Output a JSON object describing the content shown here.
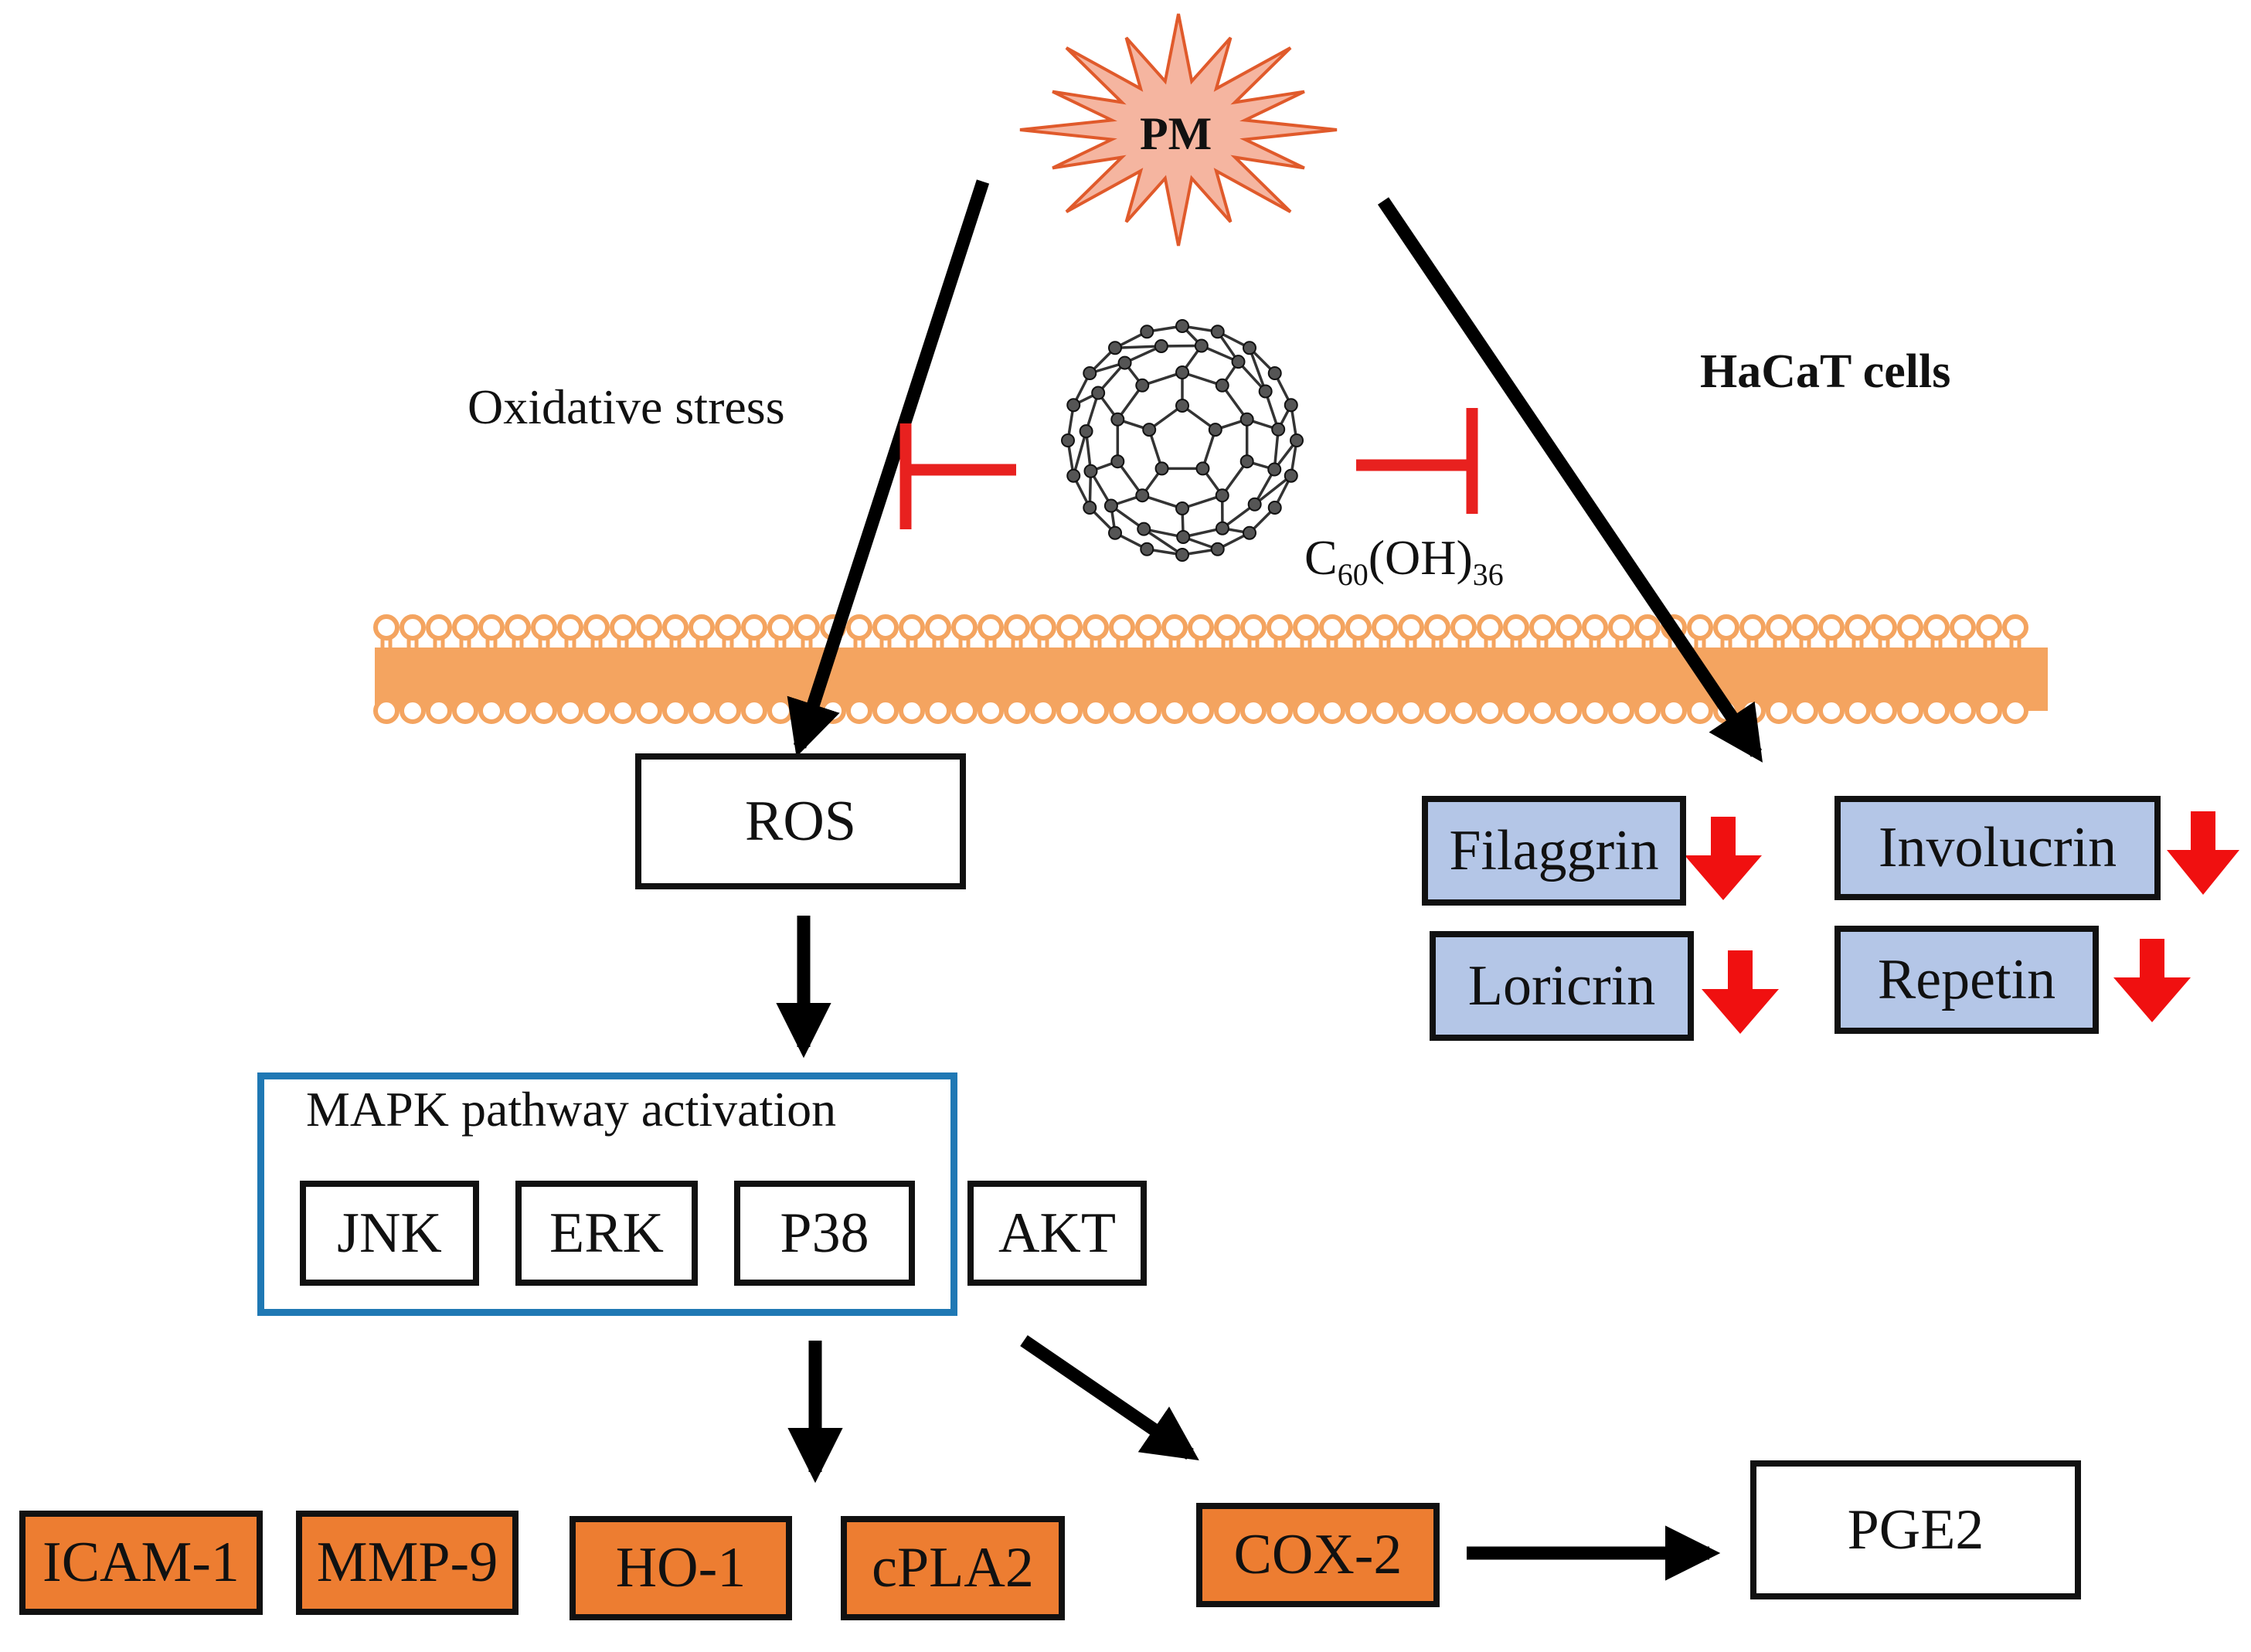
{
  "trigger": {
    "label": "PM"
  },
  "labels": {
    "oxidative_stress": "Oxidative stress",
    "cell_type": "HaCaT cells",
    "compound": {
      "base": "C",
      "sub1": "60",
      "mid": "(OH)",
      "sub2": "36"
    }
  },
  "left_pathway": {
    "ros": "ROS",
    "mapk_title": "MAPK pathway activation",
    "kinases": [
      "JNK",
      "ERK",
      "P38"
    ],
    "akt": "AKT",
    "targets": [
      "ICAM-1",
      "MMP-9",
      "HO-1",
      "cPLA2"
    ],
    "cox": "COX-2",
    "pge": "PGE2"
  },
  "right_pathway": {
    "proteins": [
      "Filaggrin",
      "Involucrin",
      "Loricrin",
      "Repetin"
    ],
    "trend": "down"
  },
  "colors": {
    "arrow": "#000000",
    "inhibition": "#e8211f",
    "down_arrow": "#f01010",
    "membrane": "#f4a460",
    "star_fill": "#f5b5a0",
    "star_stroke": "#e05a2b",
    "barrier_protein_fill": "#b4c6e7",
    "inflammatory_fill": "#ed7d31",
    "mapk_frame": "#1f78b4"
  }
}
